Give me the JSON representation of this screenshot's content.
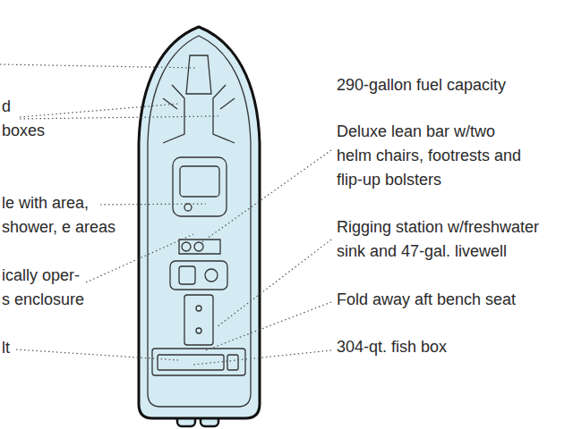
{
  "diagram": {
    "labels": [
      "d boxes",
      "le with area, shower, e areas",
      "ically oper- s enclosure",
      "lt",
      "290-gallon fuel capacity",
      "Deluxe lean bar w/two helm chairs, footrests and flip-up bolsters",
      "Rigging station w/freshwater sink and 47-gal. livewell",
      "Fold away aft bench seat",
      "304-qt. fish box"
    ]
  }
}
